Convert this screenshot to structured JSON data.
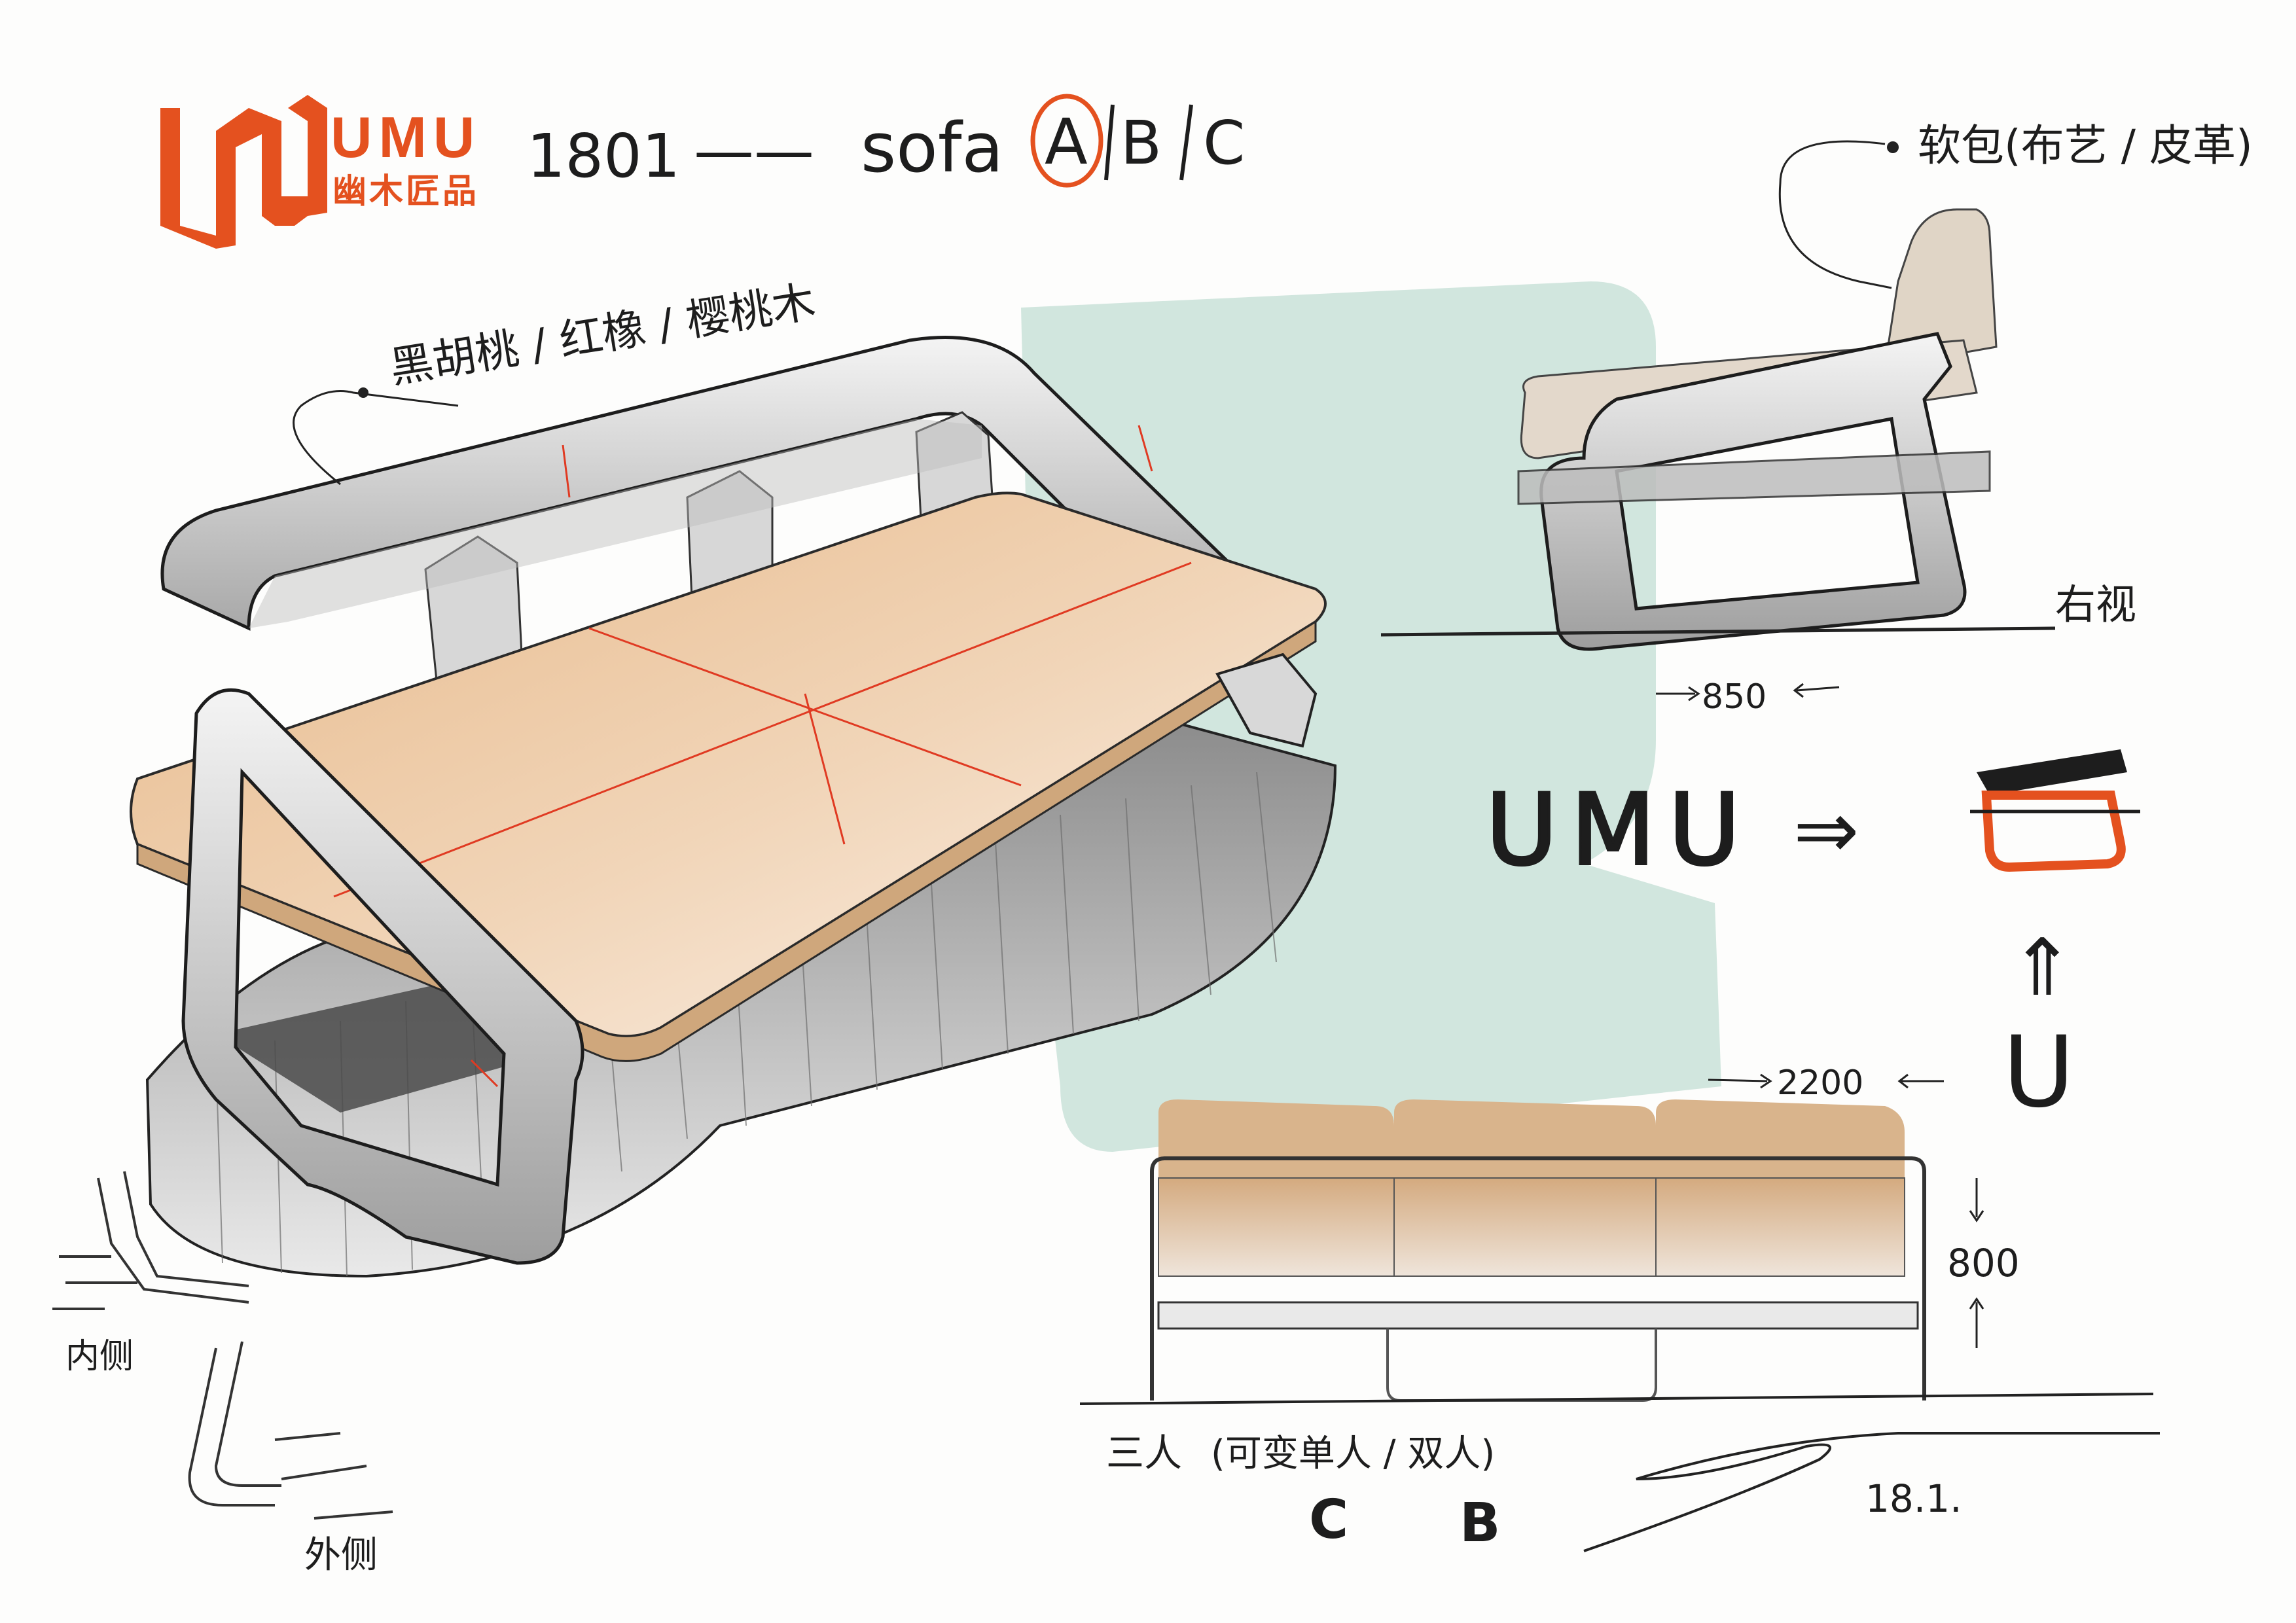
{
  "logo": {
    "wordmark": "UMU",
    "subtitle": "幽木匠品",
    "color": "#e4511f"
  },
  "title": {
    "code": "1801",
    "dash": "——",
    "product": "sofa",
    "variants": [
      "A",
      "B",
      "C"
    ],
    "selected_variant": "A"
  },
  "annotations": {
    "wood_materials": "黑胡桃 / 红橡 / 樱桃木",
    "upholstery": "软包(布艺 / 皮革)",
    "right_view": "右视",
    "inner_side": "内侧",
    "outer_side": "外侧",
    "seats": "三人",
    "seat_options": "(可变单人 / 双人)",
    "concept_source": "UMU",
    "concept_from_letter": "U"
  },
  "dimensions": {
    "depth": "850",
    "width": "2200",
    "height": "800"
  },
  "variants_below": [
    "C",
    "B"
  ],
  "signature": {
    "date": "18.1."
  },
  "colors": {
    "mint_background": "#cfe5dc",
    "wood": "#e2b78a",
    "cushion": "#d9b48c",
    "frame_gray": "#a7a7a7",
    "accent_red": "#e03a22",
    "orange": "#e4511f"
  }
}
